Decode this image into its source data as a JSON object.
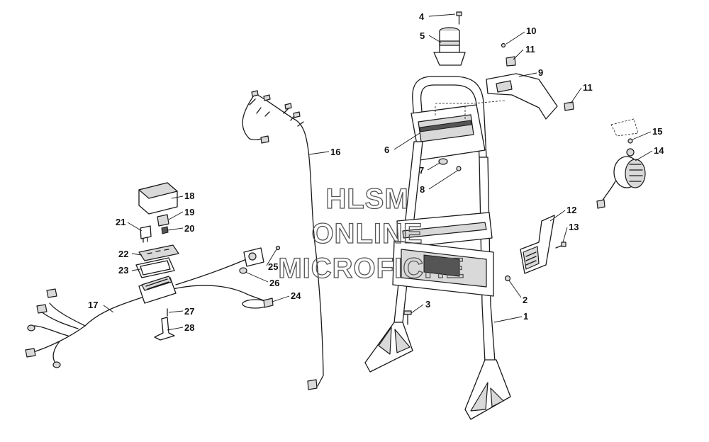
{
  "watermark": {
    "line1": "HLSM",
    "line2": "ONLINE",
    "line3": "MICROFICHE"
  },
  "callouts": {
    "c1": "1",
    "c2": "2",
    "c3": "3",
    "c4": "4",
    "c5": "5",
    "c6": "6",
    "c7": "7",
    "c8": "8",
    "c9": "9",
    "c10": "10",
    "c11a": "11",
    "c11b": "11",
    "c12": "12",
    "c13": "13",
    "c14": "14",
    "c15": "15",
    "c16": "16",
    "c17": "17",
    "c18": "18",
    "c19": "19",
    "c20": "20",
    "c21": "21",
    "c22": "22",
    "c23": "23",
    "c24": "24",
    "c25": "25",
    "c26": "26",
    "c27": "27",
    "c28": "28"
  }
}
